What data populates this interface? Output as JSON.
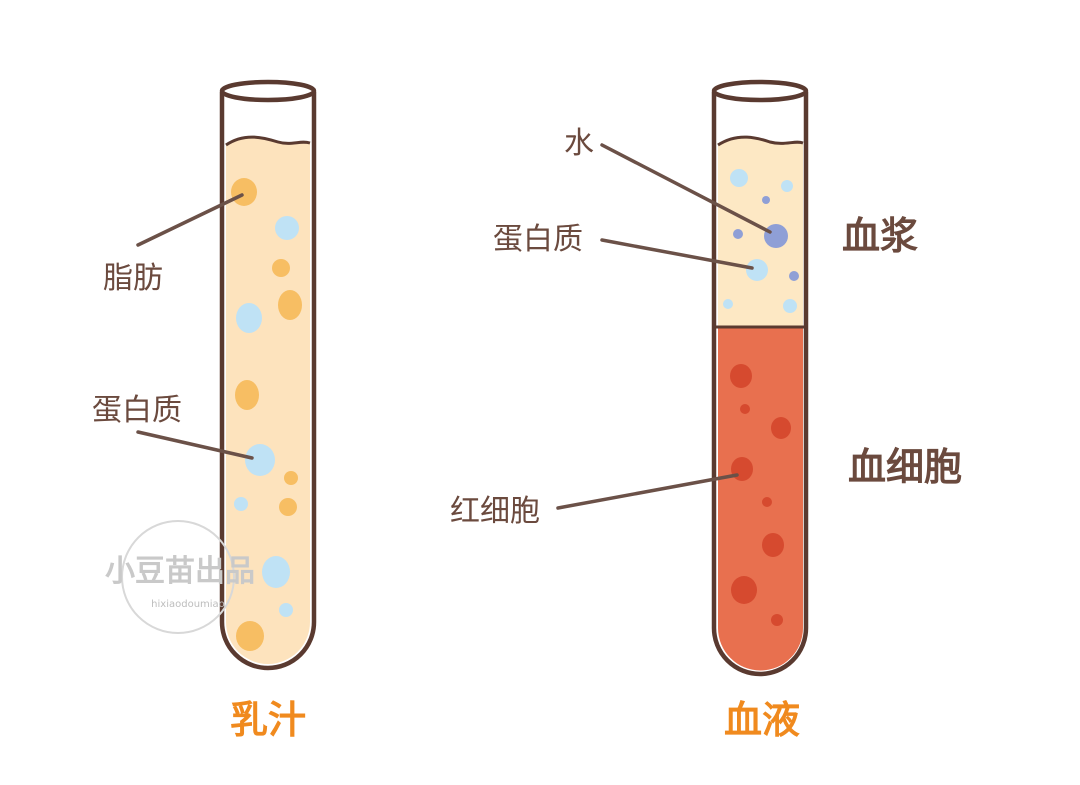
{
  "milk_tube": {
    "caption": "乳汁",
    "fat_label": "脂肪",
    "protein_label": "蛋白质"
  },
  "blood_tube": {
    "caption": "血液",
    "water_label": "水",
    "protein_label": "蛋白质",
    "rbc_label": "红细胞",
    "plasma_label": "血浆",
    "cells_label": "血细胞"
  },
  "watermark": {
    "title": "小豆苗出品",
    "subtitle": "hixiaodoumiao"
  },
  "colors": {
    "milk_fill": "#fde3bd",
    "fat_blob": "#f7be63",
    "protein_blob": "#bfe2f5",
    "water_blob": "#8f9fd6",
    "plasma_fill": "#fde8c4",
    "blood_fill": "#e8704f",
    "blood_spot": "#d64a2f",
    "outline": "#5a3a30",
    "label_text": "#6b4a3e",
    "caption_text": "#f08a1e"
  }
}
